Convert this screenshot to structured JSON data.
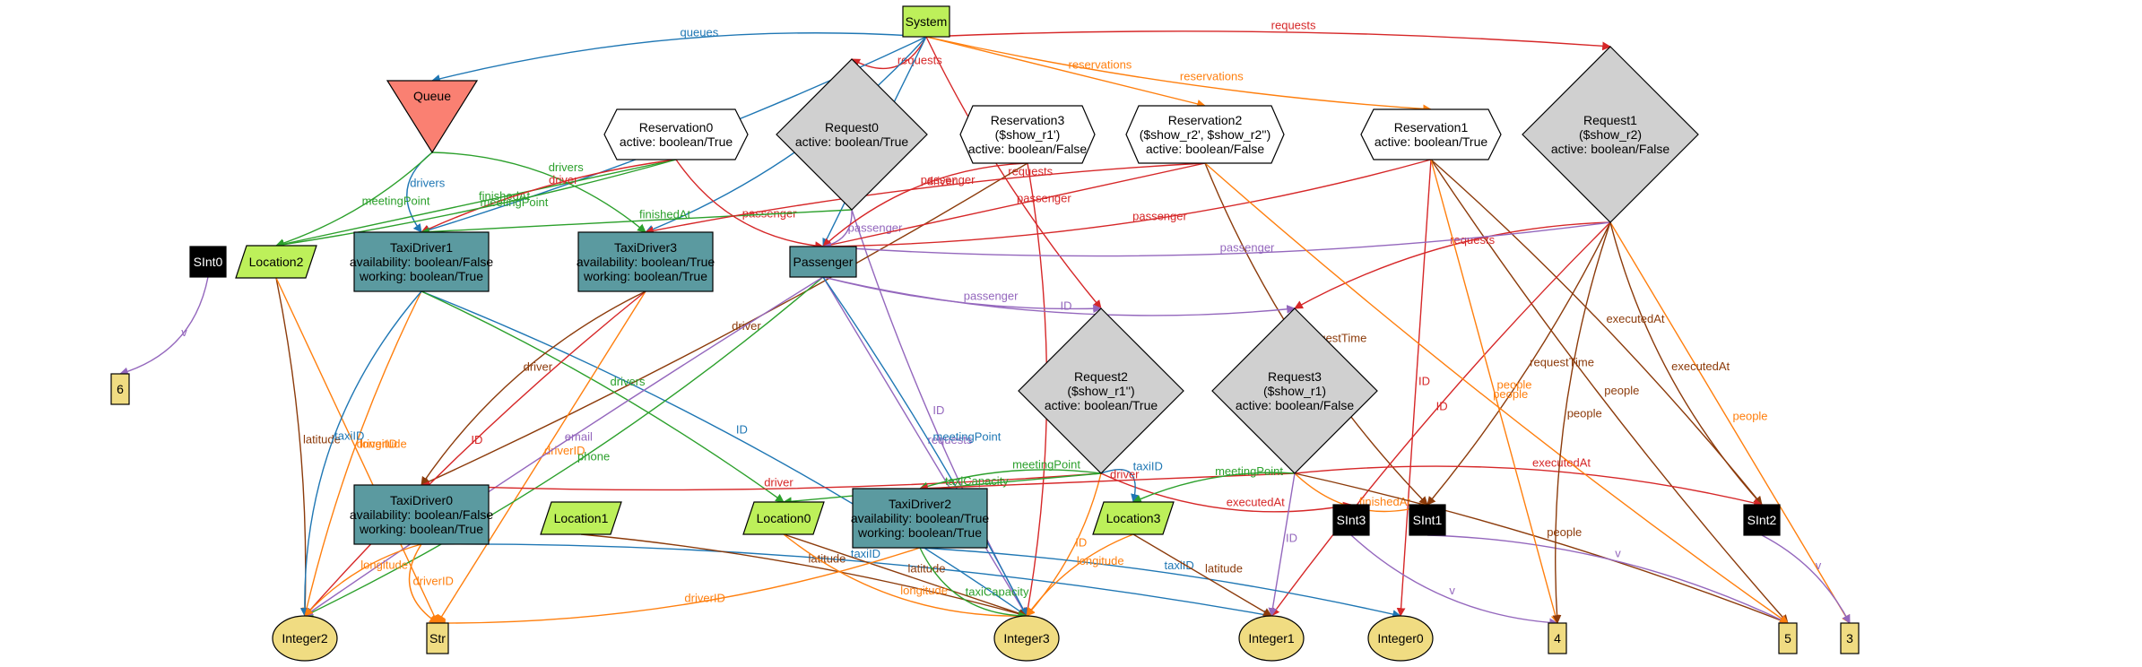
{
  "colors": {
    "red": "#d62728",
    "blue": "#1f77b4",
    "green": "#2ca02c",
    "orange": "#ff7f0e",
    "purple": "#9467bd",
    "brown": "#8c3b0b",
    "teal": "#5b9aa0",
    "lime": "#bdf05a",
    "grey": "#d0d0d0",
    "salmon": "#fa8072",
    "tan": "#f0dc82",
    "black": "#000000",
    "white": "#ffffff"
  },
  "nodes": [
    {
      "id": "System",
      "shape": "rect",
      "fill": "lime",
      "lines": [
        "System"
      ]
    },
    {
      "id": "Queue",
      "shape": "triangle",
      "fill": "salmon",
      "lines": [
        "Queue"
      ]
    },
    {
      "id": "Reservation0",
      "shape": "hexagon",
      "fill": "white",
      "lines": [
        "Reservation0",
        "active: boolean/True"
      ]
    },
    {
      "id": "Request0",
      "shape": "diamond",
      "fill": "grey",
      "lines": [
        "Request0",
        "active: boolean/True"
      ]
    },
    {
      "id": "Reservation3",
      "shape": "hexagon",
      "fill": "white",
      "lines": [
        "Reservation3",
        "($show_r1')",
        "active: boolean/False"
      ]
    },
    {
      "id": "Reservation2",
      "shape": "hexagon",
      "fill": "white",
      "lines": [
        "Reservation2",
        "($show_r2', $show_r2'')",
        "active: boolean/False"
      ]
    },
    {
      "id": "Reservation1",
      "shape": "hexagon",
      "fill": "white",
      "lines": [
        "Reservation1",
        "active: boolean/True"
      ]
    },
    {
      "id": "Request1",
      "shape": "diamond",
      "fill": "grey",
      "lines": [
        "Request1",
        "($show_r2)",
        "active: boolean/False"
      ]
    },
    {
      "id": "SInt0",
      "shape": "rect",
      "fill": "black",
      "lines": [
        "SInt0"
      ]
    },
    {
      "id": "Location2",
      "shape": "parallelogram",
      "fill": "lime",
      "lines": [
        "Location2"
      ]
    },
    {
      "id": "TaxiDriver1",
      "shape": "rect",
      "fill": "teal",
      "lines": [
        "TaxiDriver1",
        "availability: boolean/False",
        "working: boolean/True"
      ]
    },
    {
      "id": "TaxiDriver3",
      "shape": "rect",
      "fill": "teal",
      "lines": [
        "TaxiDriver3",
        "availability: boolean/True",
        "working: boolean/True"
      ]
    },
    {
      "id": "Passenger",
      "shape": "rect",
      "fill": "teal",
      "lines": [
        "Passenger"
      ]
    },
    {
      "id": "Request2",
      "shape": "diamond",
      "fill": "grey",
      "lines": [
        "Request2",
        "($show_r1'')",
        "active: boolean/True"
      ]
    },
    {
      "id": "Request3",
      "shape": "diamond",
      "fill": "grey",
      "lines": [
        "Request3",
        "($show_r1)",
        "active: boolean/False"
      ]
    },
    {
      "id": "Six",
      "shape": "rect",
      "fill": "tan",
      "lines": [
        "6"
      ]
    },
    {
      "id": "TaxiDriver0",
      "shape": "rect",
      "fill": "teal",
      "lines": [
        "TaxiDriver0",
        "availability: boolean/False",
        "working: boolean/True"
      ]
    },
    {
      "id": "Location1",
      "shape": "parallelogram",
      "fill": "lime",
      "lines": [
        "Location1"
      ]
    },
    {
      "id": "Location0",
      "shape": "parallelogram",
      "fill": "lime",
      "lines": [
        "Location0"
      ]
    },
    {
      "id": "TaxiDriver2",
      "shape": "rect",
      "fill": "teal",
      "lines": [
        "TaxiDriver2",
        "availability: boolean/True",
        "working: boolean/True"
      ]
    },
    {
      "id": "Location3",
      "shape": "parallelogram",
      "fill": "lime",
      "lines": [
        "Location3"
      ]
    },
    {
      "id": "SInt3",
      "shape": "rect",
      "fill": "black",
      "lines": [
        "SInt3"
      ]
    },
    {
      "id": "SInt1",
      "shape": "rect",
      "fill": "black",
      "lines": [
        "SInt1"
      ]
    },
    {
      "id": "SInt2",
      "shape": "rect",
      "fill": "black",
      "lines": [
        "SInt2"
      ]
    },
    {
      "id": "Integer2",
      "shape": "ellipse",
      "fill": "tan",
      "lines": [
        "Integer2"
      ]
    },
    {
      "id": "Str",
      "shape": "rect",
      "fill": "tan",
      "lines": [
        "Str"
      ]
    },
    {
      "id": "Integer3",
      "shape": "ellipse",
      "fill": "tan",
      "lines": [
        "Integer3"
      ]
    },
    {
      "id": "Integer1",
      "shape": "ellipse",
      "fill": "tan",
      "lines": [
        "Integer1"
      ]
    },
    {
      "id": "Integer0",
      "shape": "ellipse",
      "fill": "tan",
      "lines": [
        "Integer0"
      ]
    },
    {
      "id": "Four",
      "shape": "rect",
      "fill": "tan",
      "lines": [
        "4"
      ]
    },
    {
      "id": "Five",
      "shape": "rect",
      "fill": "tan",
      "lines": [
        "5"
      ]
    },
    {
      "id": "Three",
      "shape": "rect",
      "fill": "tan",
      "lines": [
        "3"
      ]
    }
  ],
  "edges": [
    {
      "from": "System",
      "to": "Request0",
      "label": "requests",
      "color": "red"
    },
    {
      "from": "System",
      "to": "Request1",
      "label": "requests",
      "color": "red"
    },
    {
      "from": "System",
      "to": "Reservation2",
      "label": "reservations",
      "color": "orange"
    },
    {
      "from": "System",
      "to": "Reservation1",
      "label": "reservations",
      "color": "orange"
    },
    {
      "from": "System",
      "to": "Queue",
      "label": "queues",
      "color": "blue"
    },
    {
      "from": "System",
      "to": "TaxiDriver3",
      "label": "drivers",
      "color": "blue"
    },
    {
      "from": "System",
      "to": "TaxiDriver1",
      "label": "drivers",
      "color": "blue"
    },
    {
      "from": "System",
      "to": "Passenger",
      "label": "drivers",
      "color": "blue"
    },
    {
      "from": "System",
      "to": "Request2",
      "label": "requests",
      "color": "red"
    },
    {
      "from": "Queue",
      "to": "TaxiDriver1",
      "label": "drivers",
      "color": "blue"
    },
    {
      "from": "Queue",
      "to": "TaxiDriver3",
      "label": "drivers",
      "color": "green"
    },
    {
      "from": "Queue",
      "to": "Location2",
      "label": "meetingPoint",
      "color": "green"
    },
    {
      "from": "Reservation0",
      "to": "Location2",
      "label": "finishedAt",
      "color": "green"
    },
    {
      "from": "Reservation0",
      "to": "TaxiDriver1",
      "label": "driver",
      "color": "red"
    },
    {
      "from": "Reservation0",
      "to": "Passenger",
      "label": "passenger",
      "color": "red"
    },
    {
      "from": "Reservation0",
      "to": "Location2",
      "label": "meetingPoint",
      "color": "green"
    },
    {
      "from": "Request0",
      "to": "Passenger",
      "label": "passenger",
      "color": "purple"
    },
    {
      "from": "Request0",
      "to": "TaxiDriver1",
      "label": "finishedAt",
      "color": "green"
    },
    {
      "from": "Request0",
      "to": "Integer3",
      "label": "ID",
      "color": "purple"
    },
    {
      "from": "Reservation3",
      "to": "Passenger",
      "label": "passenger",
      "color": "red"
    },
    {
      "from": "Reservation3",
      "to": "Integer3",
      "label": "ID",
      "color": "red"
    },
    {
      "from": "Reservation3",
      "to": "TaxiDriver0",
      "label": "driver",
      "color": "brown"
    },
    {
      "from": "Reservation2",
      "to": "Passenger",
      "label": "passenger",
      "color": "red"
    },
    {
      "from": "Reservation2",
      "to": "TaxiDriver3",
      "label": "driver",
      "color": "red"
    },
    {
      "from": "Reservation2",
      "to": "SInt1",
      "label": "requestTime",
      "color": "brown"
    },
    {
      "from": "Reservation1",
      "to": "Passenger",
      "label": "passenger",
      "color": "red"
    },
    {
      "from": "Reservation1",
      "to": "SInt2",
      "label": "executedAt",
      "color": "brown"
    },
    {
      "from": "Reservation1",
      "to": "Integer0",
      "label": "ID",
      "color": "red"
    },
    {
      "from": "Reservation1",
      "to": "Five",
      "label": "people",
      "color": "brown"
    },
    {
      "from": "Request1",
      "to": "Request3",
      "label": "requests",
      "color": "red"
    },
    {
      "from": "Request1",
      "to": "Passenger",
      "label": "passenger",
      "color": "purple"
    },
    {
      "from": "Request1",
      "to": "SInt1",
      "label": "requestTime",
      "color": "brown"
    },
    {
      "from": "Request1",
      "to": "Three",
      "label": "people",
      "color": "orange"
    },
    {
      "from": "Request1",
      "to": "Integer1",
      "label": "ID",
      "color": "red"
    },
    {
      "from": "Request1",
      "to": "SInt2",
      "label": "executedAt",
      "color": "brown"
    },
    {
      "from": "SInt0",
      "to": "Six",
      "label": "v",
      "color": "purple"
    },
    {
      "from": "Location2",
      "to": "Integer2",
      "label": "latitude",
      "color": "brown"
    },
    {
      "from": "Location2",
      "to": "Str",
      "label": "longitude",
      "color": "orange"
    },
    {
      "from": "TaxiDriver1",
      "to": "Integer2",
      "label": "driverID",
      "color": "orange"
    },
    {
      "from": "TaxiDriver1",
      "to": "Integer2",
      "label": "taxiID",
      "color": "blue"
    },
    {
      "from": "TaxiDriver1",
      "to": "Integer3",
      "label": "ID",
      "color": "blue"
    },
    {
      "from": "TaxiDriver1",
      "to": "Location0",
      "label": "drivers",
      "color": "green"
    },
    {
      "from": "TaxiDriver3",
      "to": "Str",
      "label": "driverID",
      "color": "orange"
    },
    {
      "from": "TaxiDriver3",
      "to": "Integer2",
      "label": "ID",
      "color": "red"
    },
    {
      "from": "TaxiDriver3",
      "to": "TaxiDriver0",
      "label": "driver",
      "color": "brown"
    },
    {
      "from": "Passenger",
      "to": "Integer2",
      "label": "phone",
      "color": "green"
    },
    {
      "from": "Passenger",
      "to": "Integer2",
      "label": "email",
      "color": "purple"
    },
    {
      "from": "Passenger",
      "to": "Integer3",
      "label": "requests",
      "color": "purple"
    },
    {
      "from": "Passenger",
      "to": "Request2",
      "label": "passenger",
      "color": "purple"
    },
    {
      "from": "Passenger",
      "to": "Request3",
      "label": "ID",
      "color": "purple"
    },
    {
      "from": "Passenger",
      "to": "Integer3",
      "label": "meetingPoint",
      "color": "blue"
    },
    {
      "from": "Request2",
      "to": "TaxiDriver0",
      "label": "driver",
      "color": "red"
    },
    {
      "from": "Request2",
      "to": "Location0",
      "label": "taxiCapacity",
      "color": "green"
    },
    {
      "from": "Request2",
      "to": "TaxiDriver2",
      "label": "meetingPoint",
      "color": "green"
    },
    {
      "from": "Request2",
      "to": "SInt3",
      "label": "executedAt",
      "color": "red"
    },
    {
      "from": "Request2",
      "to": "Location3",
      "label": "taxiID",
      "color": "blue"
    },
    {
      "from": "Request2",
      "to": "Integer3",
      "label": "ID",
      "color": "orange"
    },
    {
      "from": "Request3",
      "to": "TaxiDriver2",
      "label": "driver",
      "color": "red"
    },
    {
      "from": "Request3",
      "to": "Location3",
      "label": "meetingPoint",
      "color": "green"
    },
    {
      "from": "Request3",
      "to": "SInt1",
      "label": "finishedAt",
      "color": "orange"
    },
    {
      "from": "Request3",
      "to": "SInt2",
      "label": "executedAt",
      "color": "red"
    },
    {
      "from": "Request3",
      "to": "Five",
      "label": "people",
      "color": "brown"
    },
    {
      "from": "Request3",
      "to": "Integer1",
      "label": "ID",
      "color": "purple"
    },
    {
      "from": "TaxiDriver0",
      "to": "Integer2",
      "label": "longitude",
      "color": "orange"
    },
    {
      "from": "TaxiDriver0",
      "to": "Str",
      "label": "driverID",
      "color": "orange"
    },
    {
      "from": "TaxiDriver0",
      "to": "Integer1",
      "label": "taxiID",
      "color": "blue"
    },
    {
      "from": "Location1",
      "to": "Integer3",
      "label": "latitude",
      "color": "brown"
    },
    {
      "from": "Location0",
      "to": "Integer3",
      "label": "latitude",
      "color": "brown"
    },
    {
      "from": "Location0",
      "to": "Integer3",
      "label": "longitude",
      "color": "orange"
    },
    {
      "from": "TaxiDriver2",
      "to": "Integer3",
      "label": "taxiCapacity",
      "color": "green"
    },
    {
      "from": "TaxiDriver2",
      "to": "Str",
      "label": "driverID",
      "color": "orange"
    },
    {
      "from": "TaxiDriver2",
      "to": "Integer0",
      "label": "taxiID",
      "color": "blue"
    },
    {
      "from": "Location3",
      "to": "Integer1",
      "label": "latitude",
      "color": "brown"
    },
    {
      "from": "Location3",
      "to": "Integer3",
      "label": "longitude",
      "color": "orange"
    },
    {
      "from": "SInt3",
      "to": "Four",
      "label": "v",
      "color": "purple"
    },
    {
      "from": "SInt1",
      "to": "Five",
      "label": "v",
      "color": "purple"
    },
    {
      "from": "SInt2",
      "to": "Three",
      "label": "v",
      "color": "purple"
    },
    {
      "from": "Reservation1",
      "to": "Four",
      "label": "people",
      "color": "orange"
    },
    {
      "from": "Reservation2",
      "to": "Five",
      "label": "people",
      "color": "orange"
    },
    {
      "from": "Request1",
      "to": "Four",
      "label": "people",
      "color": "brown"
    }
  ]
}
